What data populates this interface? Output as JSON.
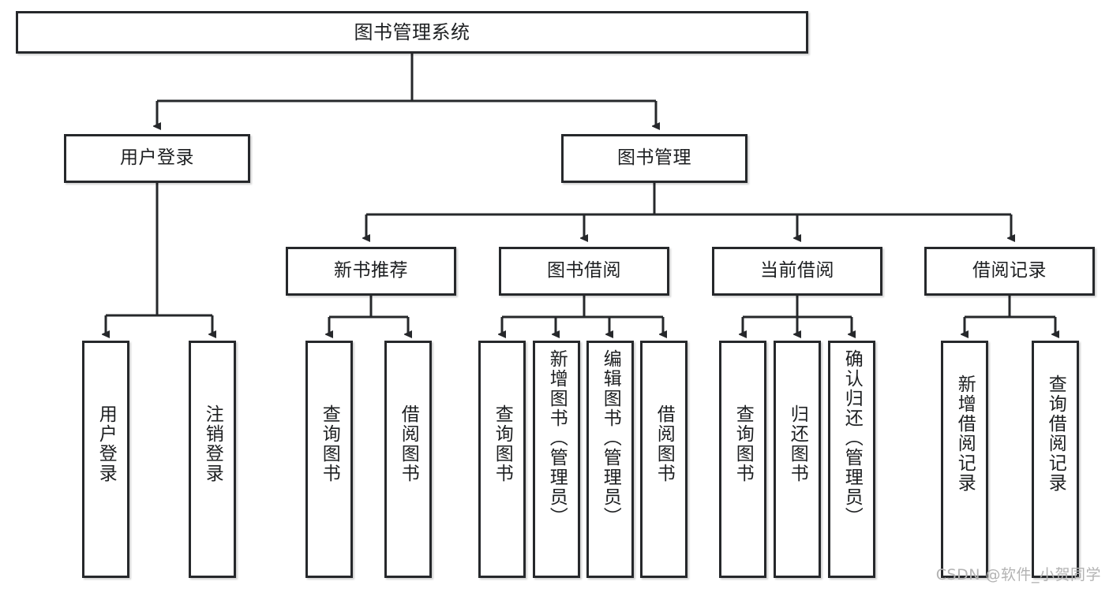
{
  "diagram": {
    "type": "tree",
    "title": "图书管理系统",
    "root": {
      "label": "图书管理系统"
    },
    "level1": [
      {
        "label": "用户登录"
      },
      {
        "label": "图书管理"
      }
    ],
    "level2": [
      {
        "label": "新书推荐"
      },
      {
        "label": "图书借阅"
      },
      {
        "label": "当前借阅"
      },
      {
        "label": "借阅记录"
      }
    ],
    "leaves": {
      "user_login": [
        {
          "label": "用户登录"
        },
        {
          "label": "注销登录"
        }
      ],
      "new_book_recommend": [
        {
          "label": "查询图书"
        },
        {
          "label": "借阅图书"
        }
      ],
      "book_borrow": [
        {
          "label": "查询图书"
        },
        {
          "label": "新增图书（管理员）"
        },
        {
          "label": "编辑图书（管理员）"
        },
        {
          "label": "借阅图书"
        }
      ],
      "current_borrow": [
        {
          "label": "查询图书"
        },
        {
          "label": "归还图书"
        },
        {
          "label": "确认归还（管理员）"
        }
      ],
      "borrow_record": [
        {
          "label": "新增借阅记录"
        },
        {
          "label": "查询借阅记录"
        }
      ]
    }
  },
  "watermark": {
    "text": "CSDN @软件_小贺同学"
  },
  "colors": {
    "border": "#26282b",
    "background": "#ffffff",
    "text": "#1d1f21",
    "watermark": "#b3b3b3"
  }
}
